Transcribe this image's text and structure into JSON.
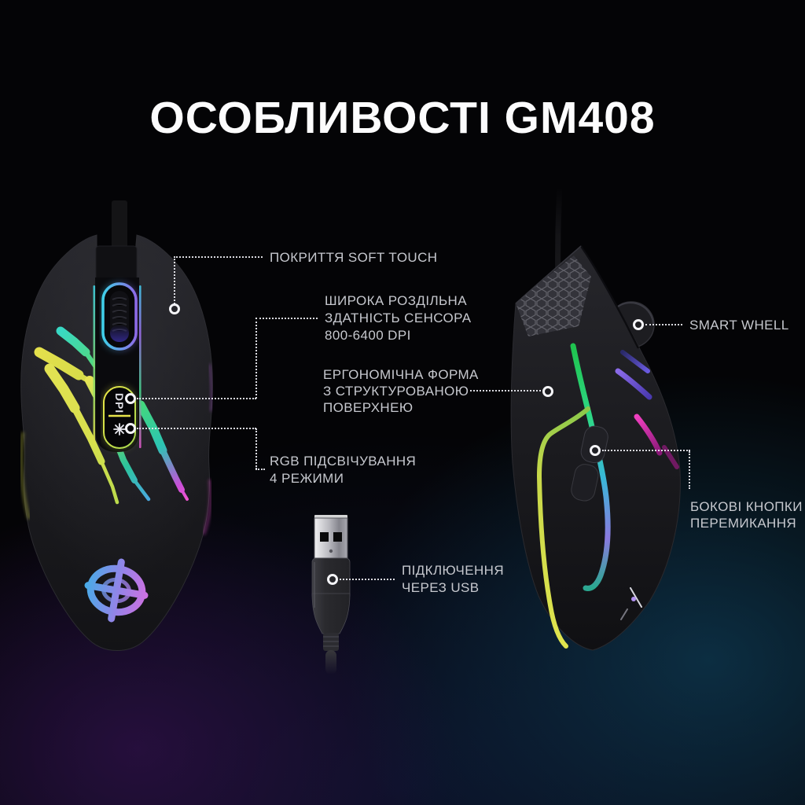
{
  "title": "ОСОБЛИВОСТІ GM408",
  "product": {
    "model": "GM408",
    "dpi_button": "DPI"
  },
  "callouts": {
    "soft_touch": {
      "label": "ПОКРИТТЯ SOFT TOUCH"
    },
    "sensor": {
      "lines": [
        "ШИРОКА РОЗДІЛЬНА",
        "ЗДАТНІСТЬ СЕНСОРА",
        "800-6400 DPI"
      ]
    },
    "ergonomic": {
      "lines": [
        "ЕРГОНОМІЧНА ФОРМА",
        "З СТРУКТУРОВАНОЮ",
        "ПОВЕРХНЕЮ"
      ]
    },
    "rgb": {
      "lines": [
        "RGB ПІДСВІЧУВАННЯ",
        "4 РЕЖИМИ"
      ]
    },
    "usb": {
      "lines": [
        "ПІДКЛЮЧЕННЯ",
        "ЧЕРЕЗ USB"
      ]
    },
    "smart_wheel": {
      "label": "SMART WHELL"
    },
    "side_buttons": {
      "lines": [
        "БОКОВІ КНОПКИ",
        "ПЕРЕМИКАННЯ"
      ]
    }
  },
  "colors": {
    "background_base": "#040406",
    "glow_purple": "#2e1046",
    "glow_teal": "#0e3c54",
    "glow_navy": "#121c46",
    "callout_line": "#ececf2",
    "label_text": "#c6c8ce",
    "title_text": "#fcfcfd",
    "rgb_cyan": "#3fd0e8",
    "rgb_yellow": "#e2e252",
    "rgb_green": "#2ed886",
    "rgb_magenta": "#e84fd0",
    "rgb_purple": "#8e6ae8"
  }
}
